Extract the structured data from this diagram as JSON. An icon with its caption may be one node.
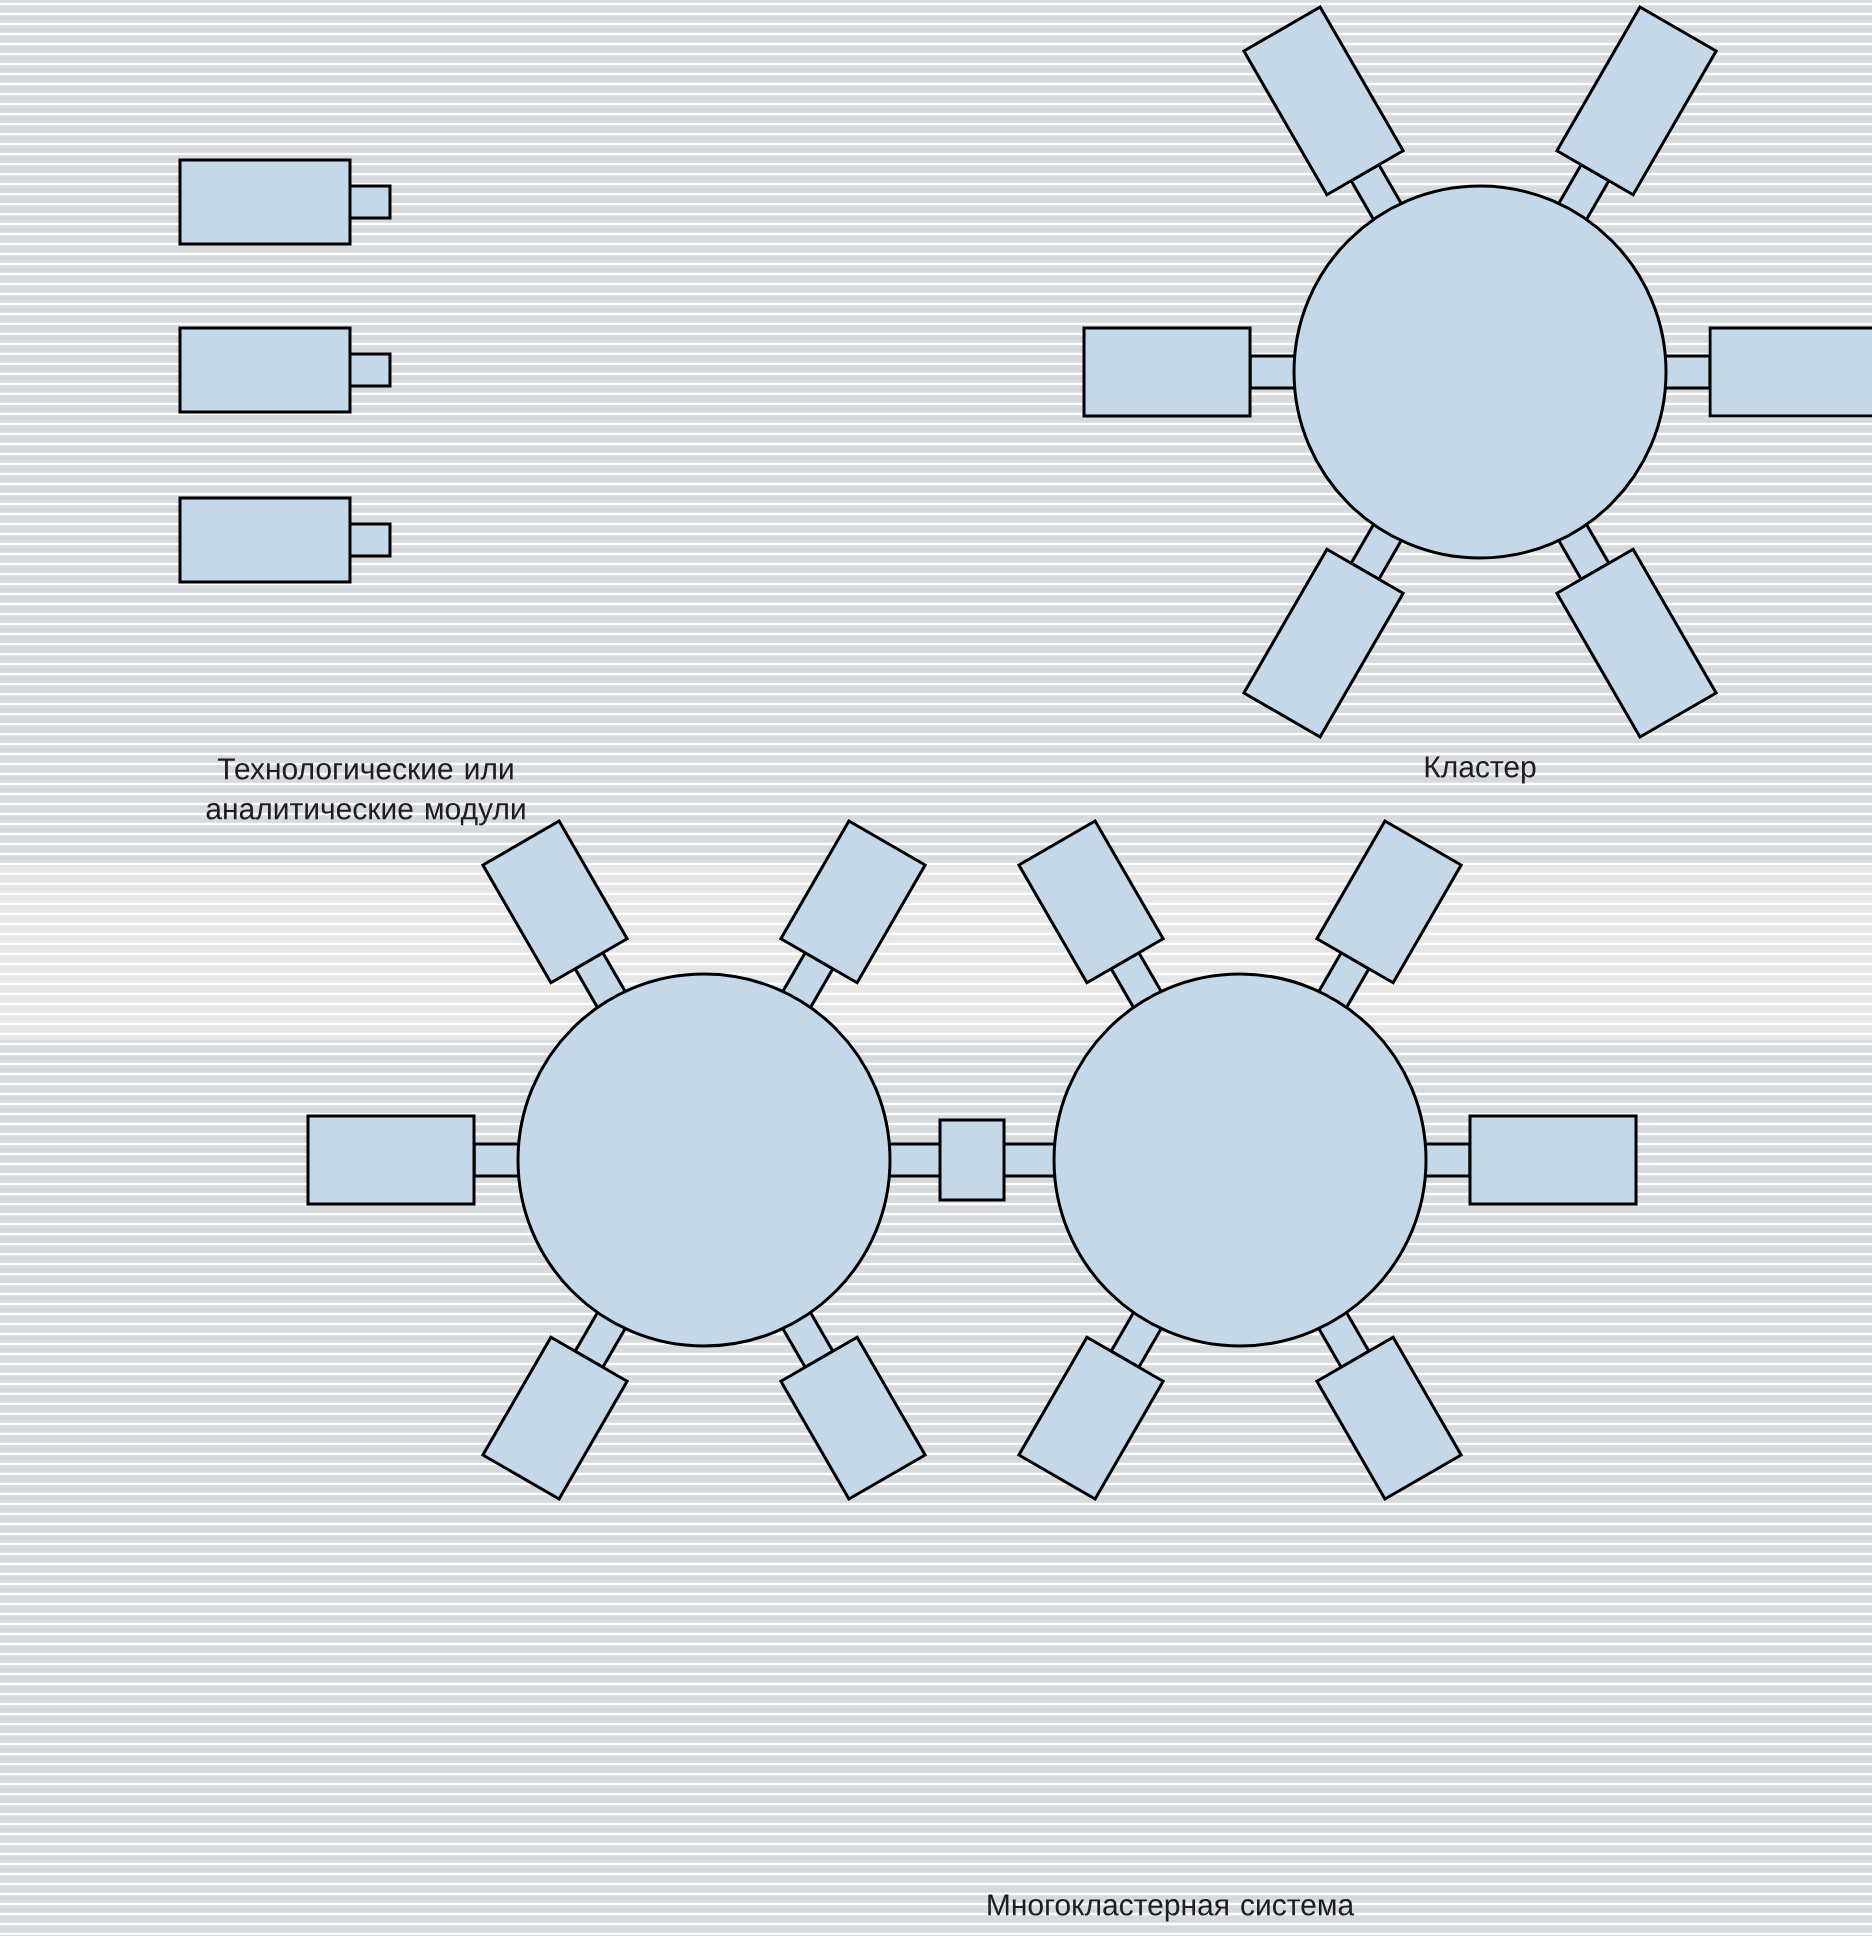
{
  "diagram": {
    "labels": [
      "Технологические или аналитические модули",
      "Кластер",
      "Многокластерная система"
    ]
  }
}
